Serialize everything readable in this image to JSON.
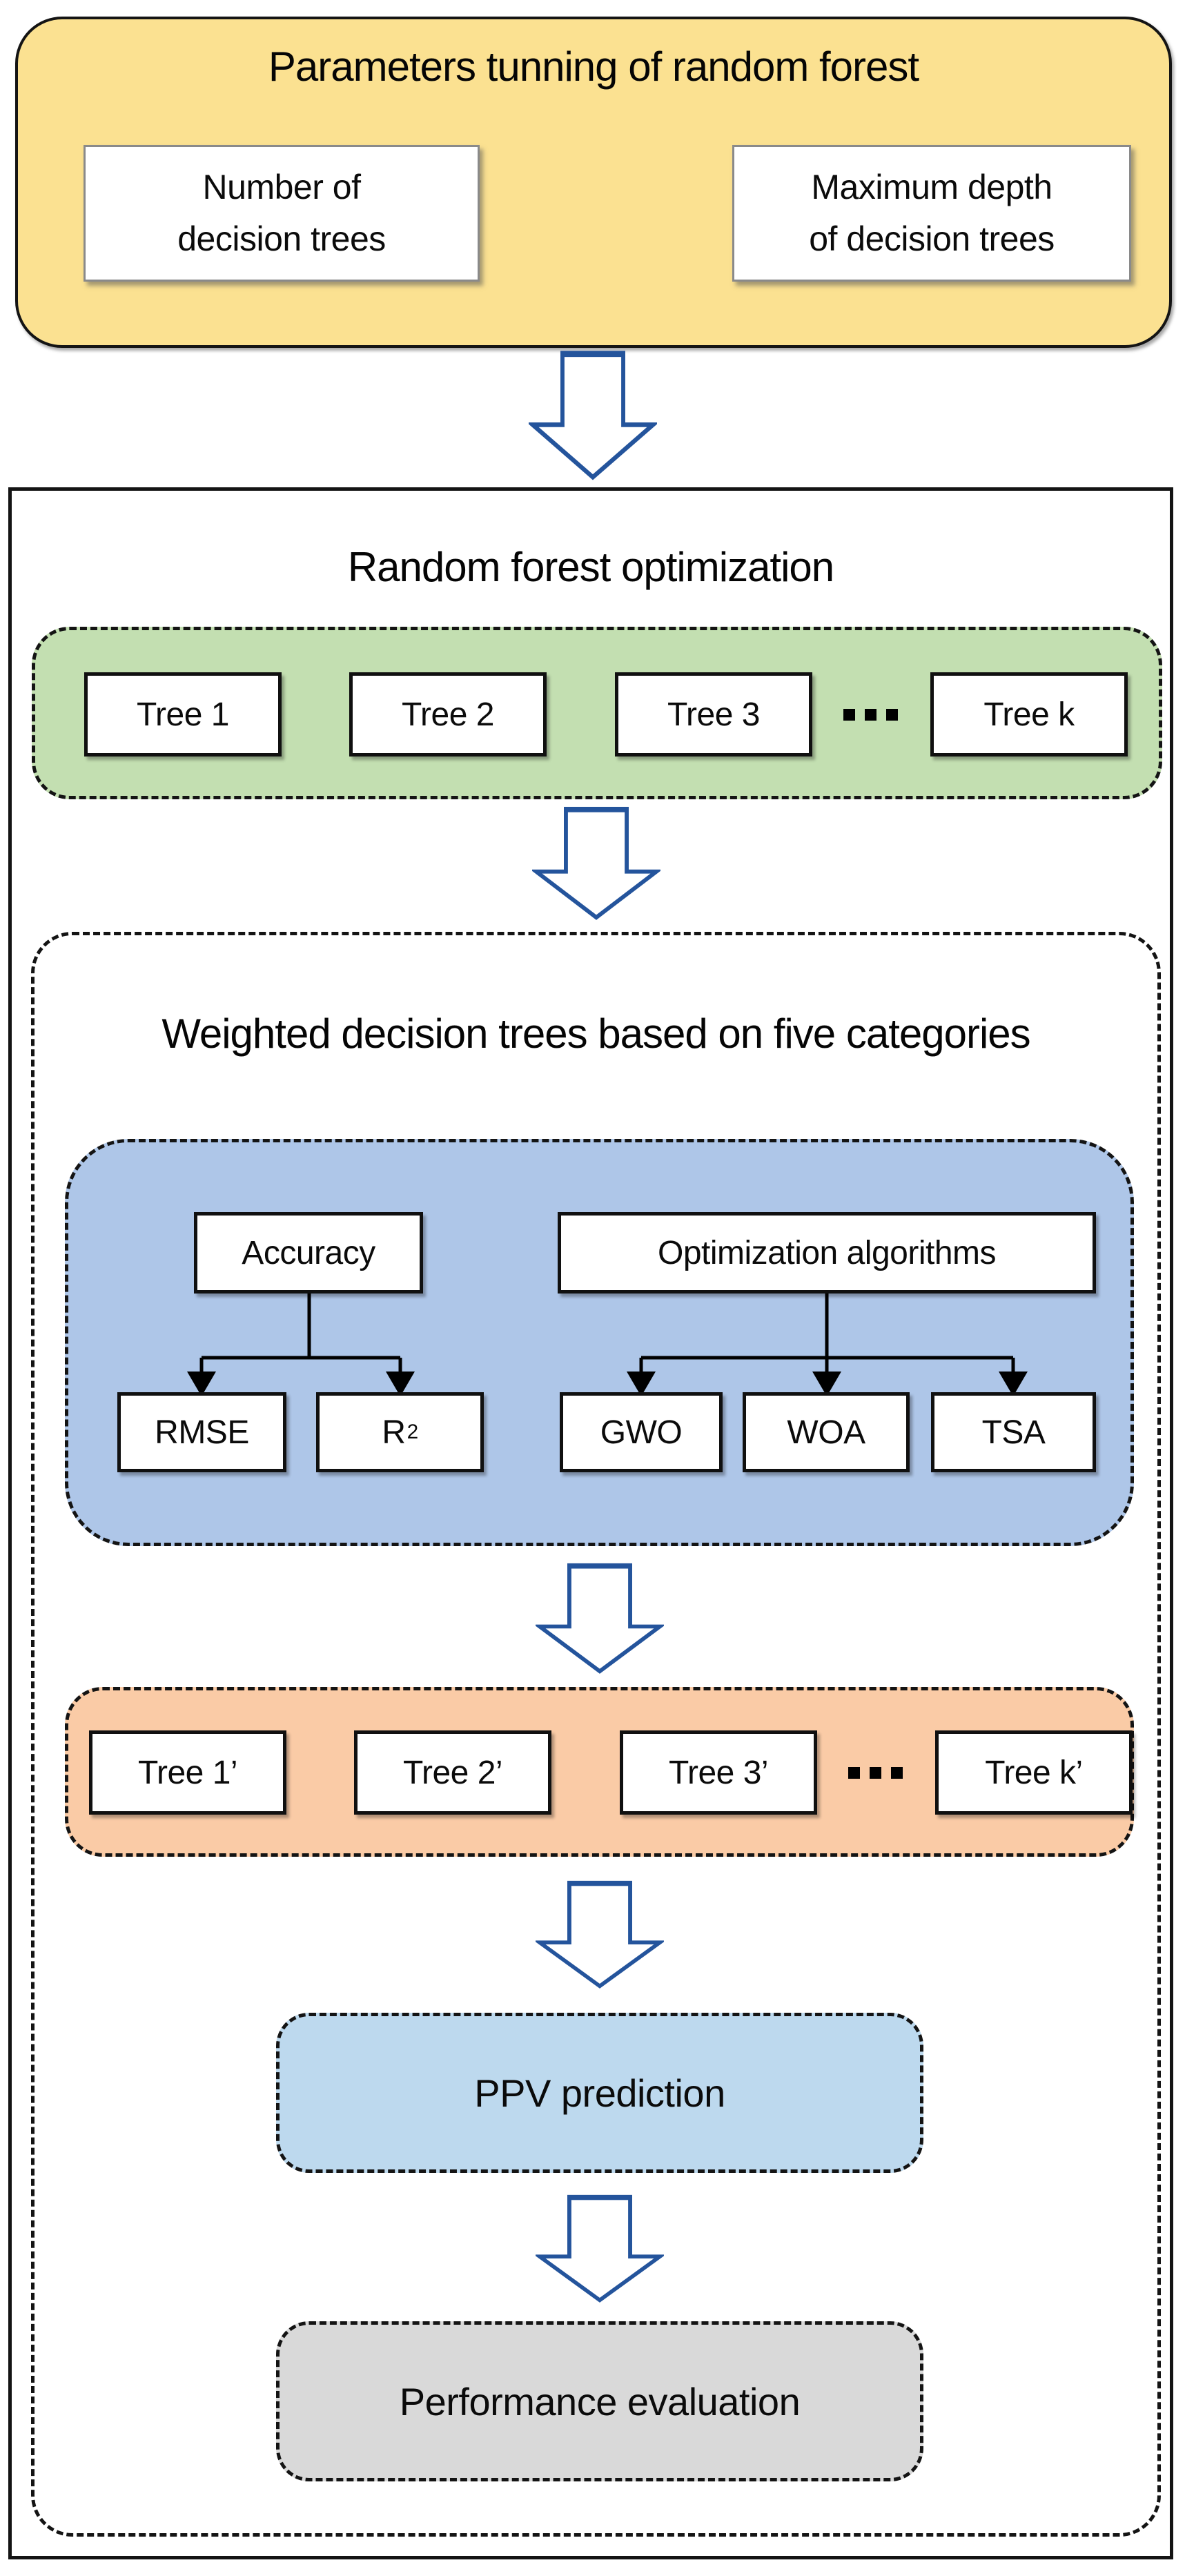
{
  "parameters_panel": {
    "title": "Parameters tunning of random forest",
    "boxes": [
      {
        "lines": [
          "Number of",
          "decision trees"
        ]
      },
      {
        "lines": [
          "Maximum depth",
          "of decision trees"
        ]
      }
    ]
  },
  "optimization_panel": {
    "title": "Random forest optimization",
    "initial_trees": {
      "items": [
        "Tree 1",
        "Tree 2",
        "Tree 3"
      ],
      "last": "Tree k"
    },
    "weighted_panel": {
      "title": "Weighted decision trees based on five categories",
      "categories": {
        "accuracy": {
          "label": "Accuracy",
          "children": [
            {
              "label": "RMSE"
            },
            {
              "label": "R",
              "sup": "2"
            }
          ]
        },
        "algorithms": {
          "label": "Optimization algorithms",
          "children": [
            {
              "label": "GWO"
            },
            {
              "label": "WOA"
            },
            {
              "label": "TSA"
            }
          ]
        }
      },
      "weighted_trees": {
        "items": [
          "Tree 1’",
          "Tree 2’",
          "Tree 3’"
        ],
        "last": "Tree k’"
      },
      "ppv_label": "PPV prediction",
      "evaluation_label": "Performance evaluation"
    }
  },
  "colors": {
    "parameters_fill": "#FBE191",
    "initial_trees_fill": "#C3DFB1",
    "categories_fill": "#AEC6E8",
    "weighted_trees_fill": "#FACBA6",
    "ppv_fill": "#BDD9EE",
    "evaluation_fill": "#D9D9D9",
    "arrow_outline": "#24549C",
    "border_color": "#141414"
  },
  "icons": {
    "flow_arrow": "down-arrow-icon",
    "tree_gap": "ellipsis-icon",
    "branch_arrowhead": "triangle-down-icon"
  }
}
